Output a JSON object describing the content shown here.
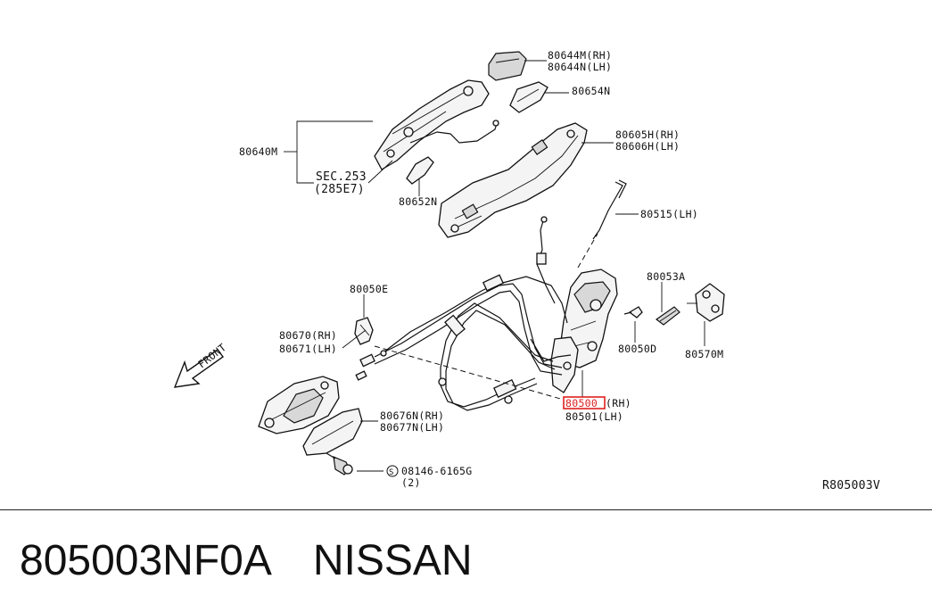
{
  "diagram": {
    "labels": {
      "l80644m": "80644M(RH)",
      "l80644n": "80644N(LH)",
      "l80654n": "80654N",
      "l80640m": "80640M",
      "l80605h": "80605H(RH)",
      "l80606h": "80606H(LH)",
      "lsec253": "SEC.253",
      "l285e7": "(285E7)",
      "l80652n": "80652N",
      "l80515": "80515(LH)",
      "l80050e": "80050E",
      "l80053a": "80053A",
      "l80670": "80670(RH)",
      "l80671": "80671(LH)",
      "l80050d": "80050D",
      "l80570m": "80570M",
      "l80500": "80500",
      "l80500rh": "(RH)",
      "l80501": "80501(LH)",
      "l80676n": "80676N(RH)",
      "l80677n": "80677N(LH)",
      "l08146": "08146-6165G",
      "l08146qty": "(2)",
      "front": "FRONT",
      "ref": "R805003V"
    },
    "highlight_color": "#e02020"
  },
  "footer": {
    "part_number": "805003NF0A",
    "brand": "NISSAN"
  }
}
